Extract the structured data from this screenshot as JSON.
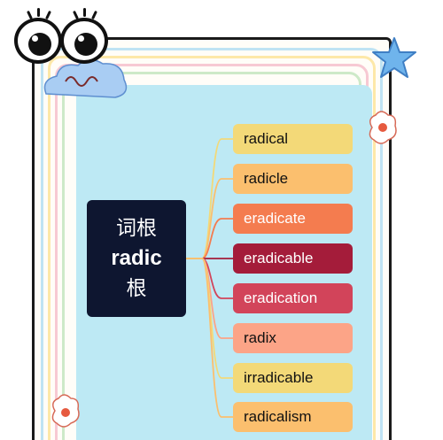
{
  "root": {
    "line1": "词根",
    "line2": "radic",
    "line3": "根"
  },
  "words": [
    {
      "text": "radical",
      "bg": "#f3d978",
      "fg": "#111111",
      "line": "#f3d978"
    },
    {
      "text": "radicle",
      "bg": "#fbbf6e",
      "fg": "#111111",
      "line": "#fbbf6e"
    },
    {
      "text": "eradicate",
      "bg": "#f47c4f",
      "fg": "#ffffff",
      "line": "#f47c4f"
    },
    {
      "text": "eradicable",
      "bg": "#a41c3a",
      "fg": "#ffffff",
      "line": "#a41c3a"
    },
    {
      "text": "eradication",
      "bg": "#d2445a",
      "fg": "#ffffff",
      "line": "#d2445a"
    },
    {
      "text": "radix",
      "bg": "#fca487",
      "fg": "#111111",
      "line": "#fca487"
    },
    {
      "text": "irradicable",
      "bg": "#f3d978",
      "fg": "#111111",
      "line": "#f3d978"
    },
    {
      "text": "radicalism",
      "bg": "#fbbf6e",
      "fg": "#111111",
      "line": "#fbbf6e"
    }
  ]
}
